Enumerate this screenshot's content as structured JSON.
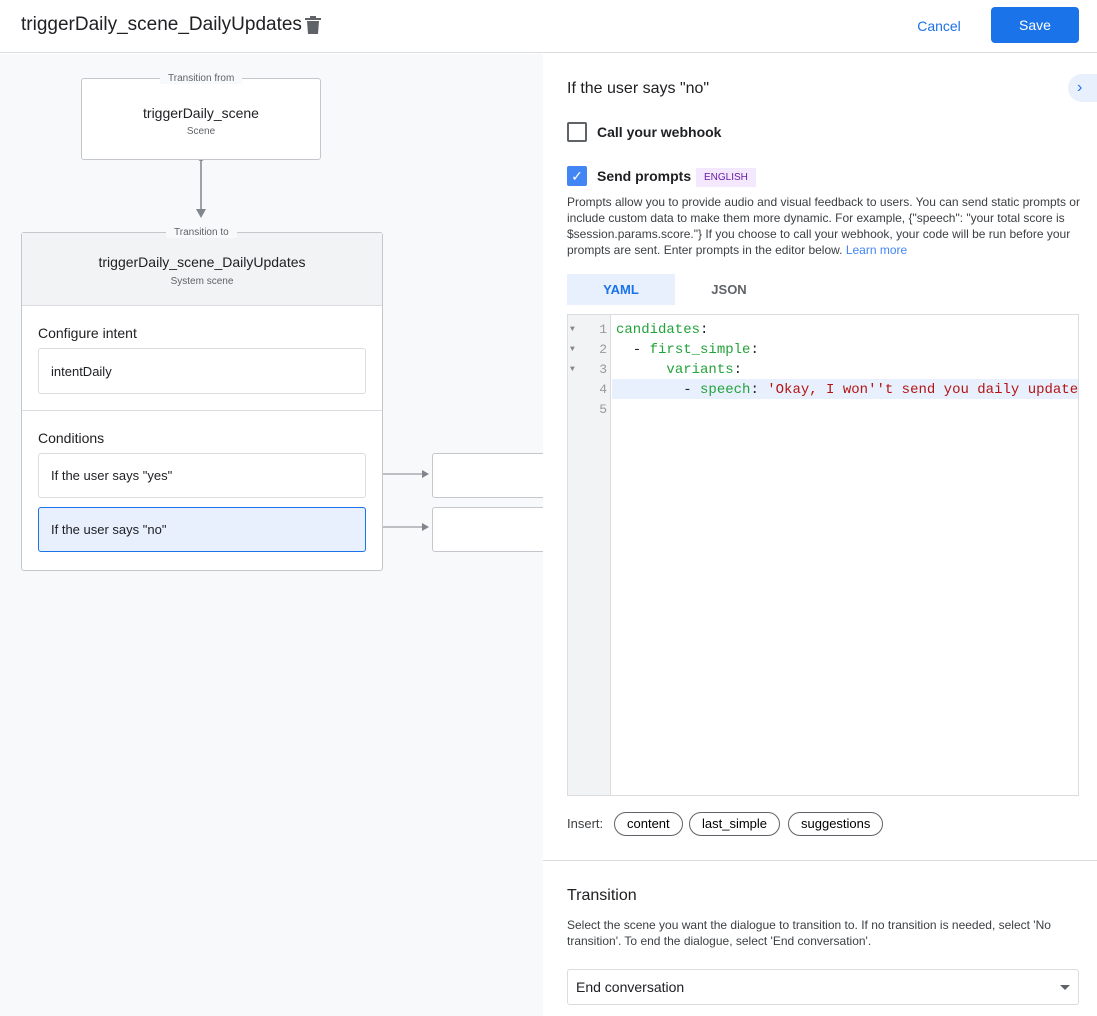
{
  "header": {
    "title": "triggerDaily_scene_DailyUpdates",
    "cancel_label": "Cancel",
    "save_label": "Save"
  },
  "canvas": {
    "from": {
      "legend": "Transition from",
      "name": "triggerDaily_scene",
      "type": "Scene"
    },
    "to": {
      "legend": "Transition to",
      "name": "triggerDaily_scene_DailyUpdates",
      "type": "System scene",
      "intent_heading": "Configure intent",
      "intent": "intentDaily",
      "conditions_heading": "Conditions",
      "conditions": [
        {
          "label": "If the user says \"yes\"",
          "selected": false
        },
        {
          "label": "If the user says \"no\"",
          "selected": true
        }
      ]
    }
  },
  "panel": {
    "heading": "If the user says \"no\"",
    "webhook": {
      "label": "Call your webhook",
      "checked": false
    },
    "prompts": {
      "label": "Send prompts",
      "checked": true,
      "badge": "ENGLISH",
      "description": "Prompts allow you to provide audio and visual feedback to users. You can send static prompts or include custom data to make them more dynamic. For example, {\"speech\": \"your total score is $session.params.score.\"} If you choose to call your webhook, your code will be run before your prompts are sent. Enter prompts in the editor below.",
      "learn_more": "Learn more"
    },
    "tabs": [
      {
        "label": "YAML",
        "active": true
      },
      {
        "label": "JSON",
        "active": false
      }
    ],
    "editor": {
      "lines": [
        {
          "n": "1",
          "fold": true,
          "indent": "",
          "key": "candidates",
          "rest": ":",
          "str": ""
        },
        {
          "n": "2",
          "fold": true,
          "indent": "  - ",
          "key": "first_simple",
          "rest": ":",
          "str": ""
        },
        {
          "n": "3",
          "fold": true,
          "indent": "      ",
          "key": "variants",
          "rest": ":",
          "str": ""
        },
        {
          "n": "4",
          "fold": false,
          "indent": "        - ",
          "key": "speech",
          "rest": ": ",
          "str": "'Okay, I won''t send you daily update"
        },
        {
          "n": "5",
          "fold": false,
          "indent": "",
          "key": "",
          "rest": "",
          "str": ""
        }
      ]
    },
    "insert": {
      "label": "Insert:",
      "chips": [
        "content",
        "last_simple",
        "suggestions"
      ]
    },
    "transition": {
      "heading": "Transition",
      "description": "Select the scene you want the dialogue to transition to. If no transition is needed, select 'No transition'. To end the dialogue, select 'End conversation'.",
      "value": "End conversation"
    }
  },
  "colors": {
    "accent": "#1a73e8",
    "selected": "#e8f0fe",
    "badge_bg": "#f3e8fd",
    "badge_text": "#681da8"
  }
}
